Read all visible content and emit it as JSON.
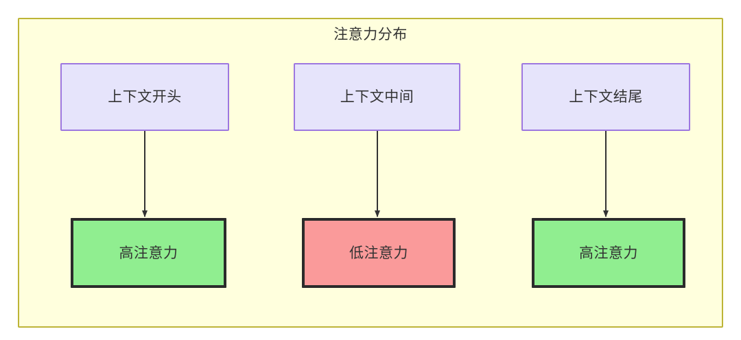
{
  "diagram": {
    "title": "注意力分布",
    "background_color": "#ffffdd",
    "border_color": "#bdb437",
    "page_background": "#ffffff",
    "nodes": [
      {
        "id": "ctx-start",
        "label": "上下文开头",
        "role": "context-segment",
        "fill": "#e6e4fb",
        "stroke": "#9d77e0"
      },
      {
        "id": "ctx-middle",
        "label": "上下文中间",
        "role": "context-segment",
        "fill": "#e6e4fb",
        "stroke": "#9d77e0"
      },
      {
        "id": "ctx-end",
        "label": "上下文结尾",
        "role": "context-segment",
        "fill": "#e6e4fb",
        "stroke": "#9d77e0"
      },
      {
        "id": "attn-high-1",
        "label": "高注意力",
        "role": "attention-level",
        "fill": "#90ee90",
        "stroke": "#2b2b2b"
      },
      {
        "id": "attn-low",
        "label": "低注意力",
        "role": "attention-level",
        "fill": "#fa9a9a",
        "stroke": "#2b2b2b"
      },
      {
        "id": "attn-high-2",
        "label": "高注意力",
        "role": "attention-level",
        "fill": "#90ee90",
        "stroke": "#2b2b2b"
      }
    ],
    "edges": [
      {
        "from": "ctx-start",
        "to": "attn-high-1",
        "label": "",
        "style": "solid-arrow"
      },
      {
        "from": "ctx-middle",
        "to": "attn-low",
        "label": "",
        "style": "solid-arrow"
      },
      {
        "from": "ctx-end",
        "to": "attn-high-2",
        "label": "",
        "style": "solid-arrow"
      }
    ],
    "edge_color": "#333333"
  }
}
